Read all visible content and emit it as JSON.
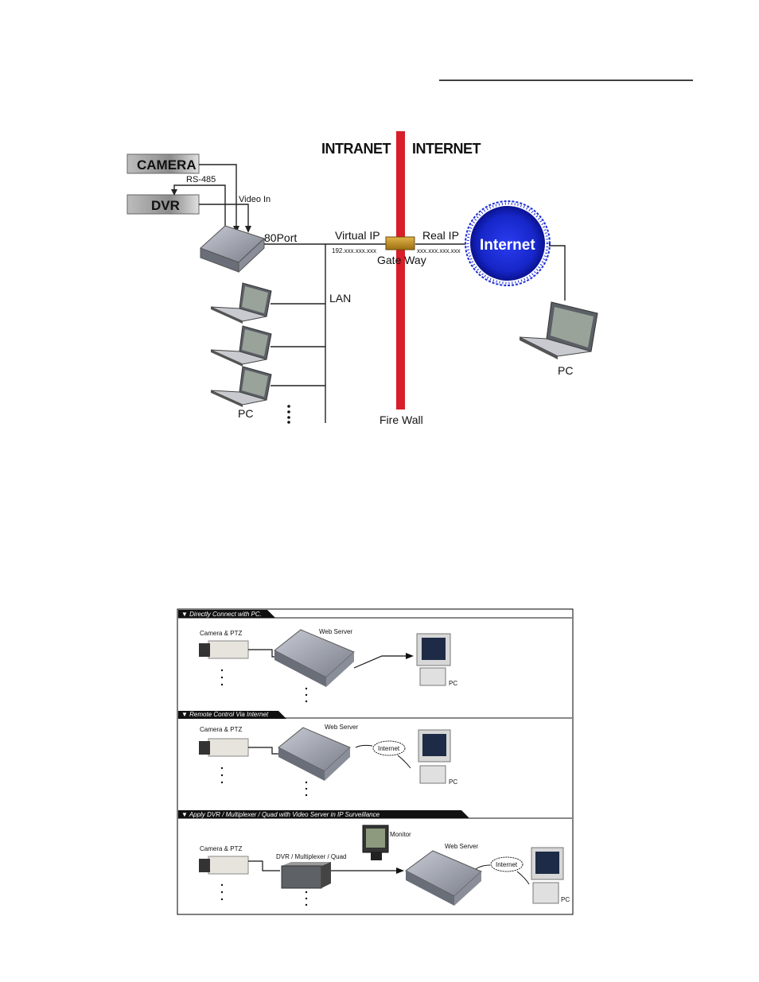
{
  "network_diagram": {
    "zone_left": "INTRANET",
    "zone_right": "INTERNET",
    "camera": "CAMERA",
    "dvr": "DVR",
    "rs485": "RS-485",
    "video_in": "Video In",
    "port": "80Port",
    "virtual_ip": "Virtual IP",
    "virtual_ip_value": "192.xxx.xxx.xxx",
    "real_ip": "Real IP",
    "real_ip_value": "xxx.xxx.xxx.xxx",
    "gateway": "Gate Way",
    "lan": "LAN",
    "firewall": "Fire Wall",
    "internet": "Internet",
    "pc_left": "PC",
    "pc_right": "PC"
  },
  "application_panel": {
    "sections": [
      {
        "header": "▼ Directly Connect with PC.",
        "camera_label": "Camera & PTZ",
        "server_label": "Web Server",
        "pc_label": "PC"
      },
      {
        "header": "▼ Remote Control Via Internet",
        "camera_label": "Camera & PTZ",
        "server_label": "Web Server",
        "cloud_label": "Internet",
        "pc_label": "PC"
      },
      {
        "header": "▼ Apply DVR / Multiplexer / Quad with Video Server in IP Surveillance",
        "camera_label": "Camera & PTZ",
        "dvr_label": "DVR / Multiplexer / Quad",
        "monitor_label": "Monitor",
        "server_label": "Web Server",
        "cloud_label": "Internet",
        "pc_label": "PC"
      }
    ]
  },
  "colors": {
    "firewall": "#d81e2a",
    "internet_globe": "#1a2bd8",
    "gateway": "#c9961e",
    "label_box": "#9a9a9a"
  }
}
